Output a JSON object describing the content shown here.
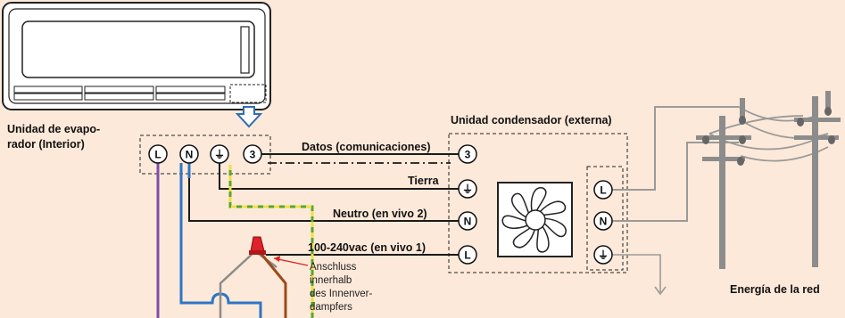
{
  "labels": {
    "evaporator_line1": "Unidad de evapo-",
    "evaporator_line2": "rador (Interior)",
    "condenser": "Unidad condensador (externa)",
    "data": "Datos (comunicaciones)",
    "ground": "Tierra",
    "neutral": "Neutro (en vivo 2)",
    "live": "100-240vac (en vivo 1)",
    "grid": "Energía de la red"
  },
  "note_lines": [
    "Anschluss",
    "innerhalb",
    "des Innenver-",
    "dampfers"
  ],
  "terminals": {
    "indoor": [
      "L",
      "N",
      "⏚",
      "3"
    ],
    "outdoor": [
      "3",
      "⏚",
      "N",
      "L"
    ],
    "supply": [
      "L",
      "N",
      "⏚"
    ]
  },
  "colors": {
    "background": "#fde9d9",
    "wire_black": "#1a1a1a",
    "wire_purple": "#7b4fa8",
    "wire_blue": "#2e75c5",
    "wire_brown": "#9a4a1a",
    "wire_ground_green": "#5aa532",
    "wire_ground_yellow": "#f0e040",
    "arrow_blue": "#2e6db5",
    "connector_red": "#e0202a",
    "pole": "#8c8c8c",
    "power_line": "#9a9a9a",
    "note_arrow": "#e02020"
  },
  "icons": {
    "fan": "fan-icon",
    "ground": "ground-icon",
    "wire_nut": "wire-nut-icon",
    "utility_pole": "utility-pole-icon"
  }
}
